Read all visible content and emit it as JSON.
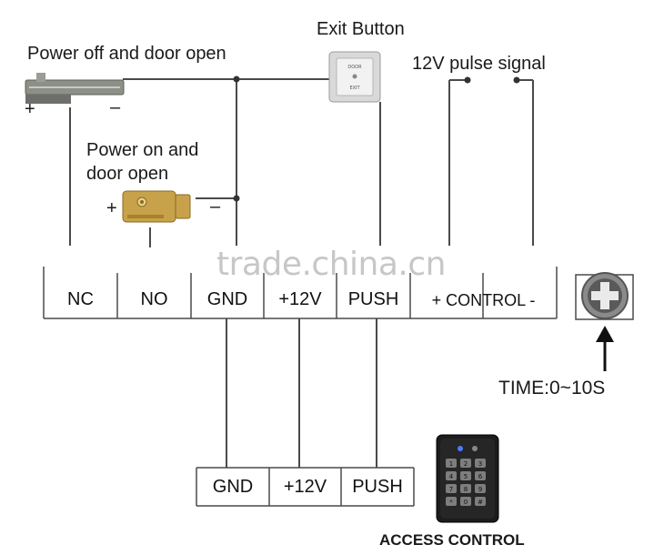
{
  "labels": {
    "exit_button": "Exit Button",
    "power_off_door_open": "Power off and door open",
    "pulse_signal": "12V pulse signal",
    "power_on_line1": "Power on and",
    "power_on_line2": "door open",
    "time": "TIME:0~10S",
    "access_control": "ACCESS CONTROL",
    "watermark": "trade.china.cn"
  },
  "polarity": {
    "plus": "+",
    "minus": "–"
  },
  "exit_plate": {
    "top": "DOOR",
    "bottom": "EXIT"
  },
  "main_terminals": [
    "NC",
    "NO",
    "GND",
    "+12V",
    "PUSH",
    "+ CONTROL -"
  ],
  "reader_terminals": [
    "GND",
    "+12V",
    "PUSH"
  ],
  "keypad": {
    "keys": [
      "1",
      "2",
      "3",
      "4",
      "5",
      "6",
      "7",
      "8",
      "9",
      "*",
      "0",
      "#"
    ]
  },
  "colors": {
    "line": "#4a4a4a",
    "keypad_body": "#1c1c1c",
    "indicator": "#4a7cff"
  },
  "icons": {
    "knob": "plus-knob-icon",
    "arrow": "arrow-up-icon"
  }
}
